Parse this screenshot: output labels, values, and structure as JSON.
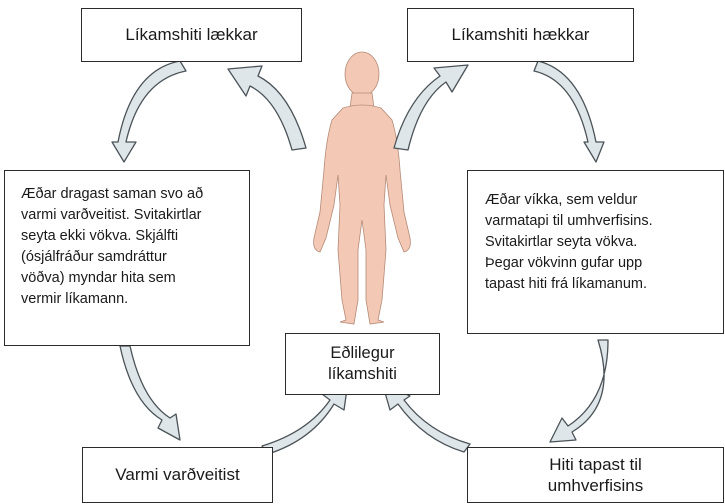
{
  "colors": {
    "arrow_fill": "#dfe6ea",
    "arrow_stroke": "#4b5358",
    "skin": "#f3c9b6",
    "skin_stroke": "#b58b78",
    "box_border": "#2b2b2b"
  },
  "diagram": {
    "top_left": "Líkamshiti lækkar",
    "top_right": "Líkamshiti hækkar",
    "center": "Eðlilegur\nlíkamshiti",
    "bottom_left": "Varmi varðveitist",
    "bottom_right": "Hiti tapast til\numhverfisins",
    "left_text": "Æðar dragast saman svo að\nvarmi varðveitist. Svitakirtlar\nseyta ekki vökva. Skjálfti\n(ósjálfráður samdráttur\nvöðva) myndar hita sem\nvermir líkamann.",
    "right_text": "Æðar víkka, sem veldur\nvarmatapi til umhverfisins.\nSvitakirtlar seyta vökva.\nÞegar vökvinn gufar upp\ntapast hiti frá líkamanum."
  }
}
